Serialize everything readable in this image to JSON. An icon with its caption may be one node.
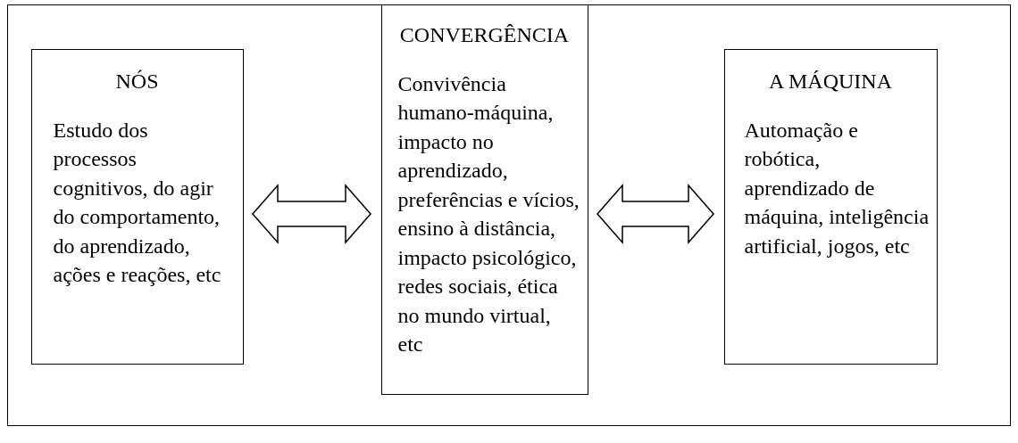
{
  "diagram": {
    "nodes": [
      {
        "text": [],
        "shape": "box"
      },
      {
        "text": [
          "NÓS",
          "Estudo dos processos cognitivos, do agir do comportamento, do aprendizado, ações e reações, etc"
        ],
        "in": 0
      },
      {
        "text": [
          "CONVERGÊNCIA",
          "Convivência humano-máquina, impacto no aprendizado, preferências e vícios, ensino à distância, impacto psicológico, redes sociais, ética no mundo virtual, etc"
        ],
        "in": 0
      },
      {
        "text": [
          "A MÁQUINA",
          "Automação e robótica, aprendizado de máquina, inteligência artificial, jogos, etc"
        ],
        "in": 0
      }
    ],
    "edges": [
      {
        "from": 1,
        "to": 2,
        "arrow": "both"
      },
      {
        "from": 2,
        "to": 3,
        "arrow": "both"
      }
    ]
  }
}
